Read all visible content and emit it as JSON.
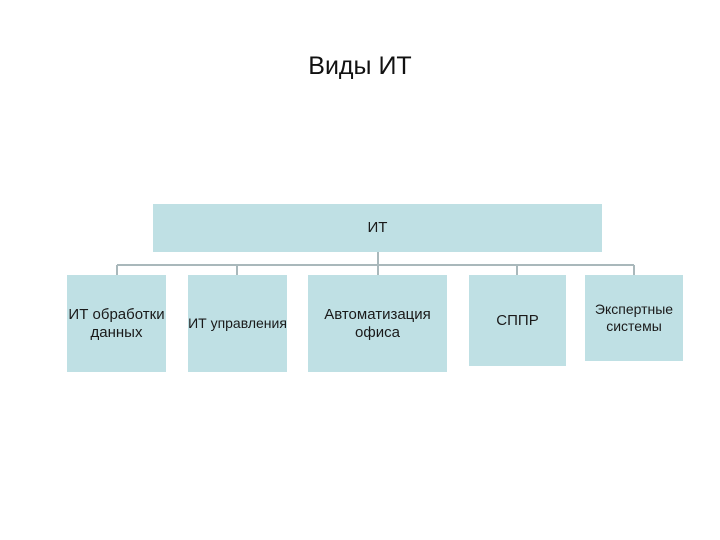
{
  "title": "Виды ИТ",
  "colors": {
    "box_fill": "#bfe0e4",
    "connector": "#a9b8bb"
  },
  "root": {
    "label": "ИТ"
  },
  "children": [
    {
      "label": "ИТ обработки данных"
    },
    {
      "label": "ИТ управления"
    },
    {
      "label": "Автоматизация офиса"
    },
    {
      "label": "СППР"
    },
    {
      "label": "Экспертные системы"
    }
  ]
}
